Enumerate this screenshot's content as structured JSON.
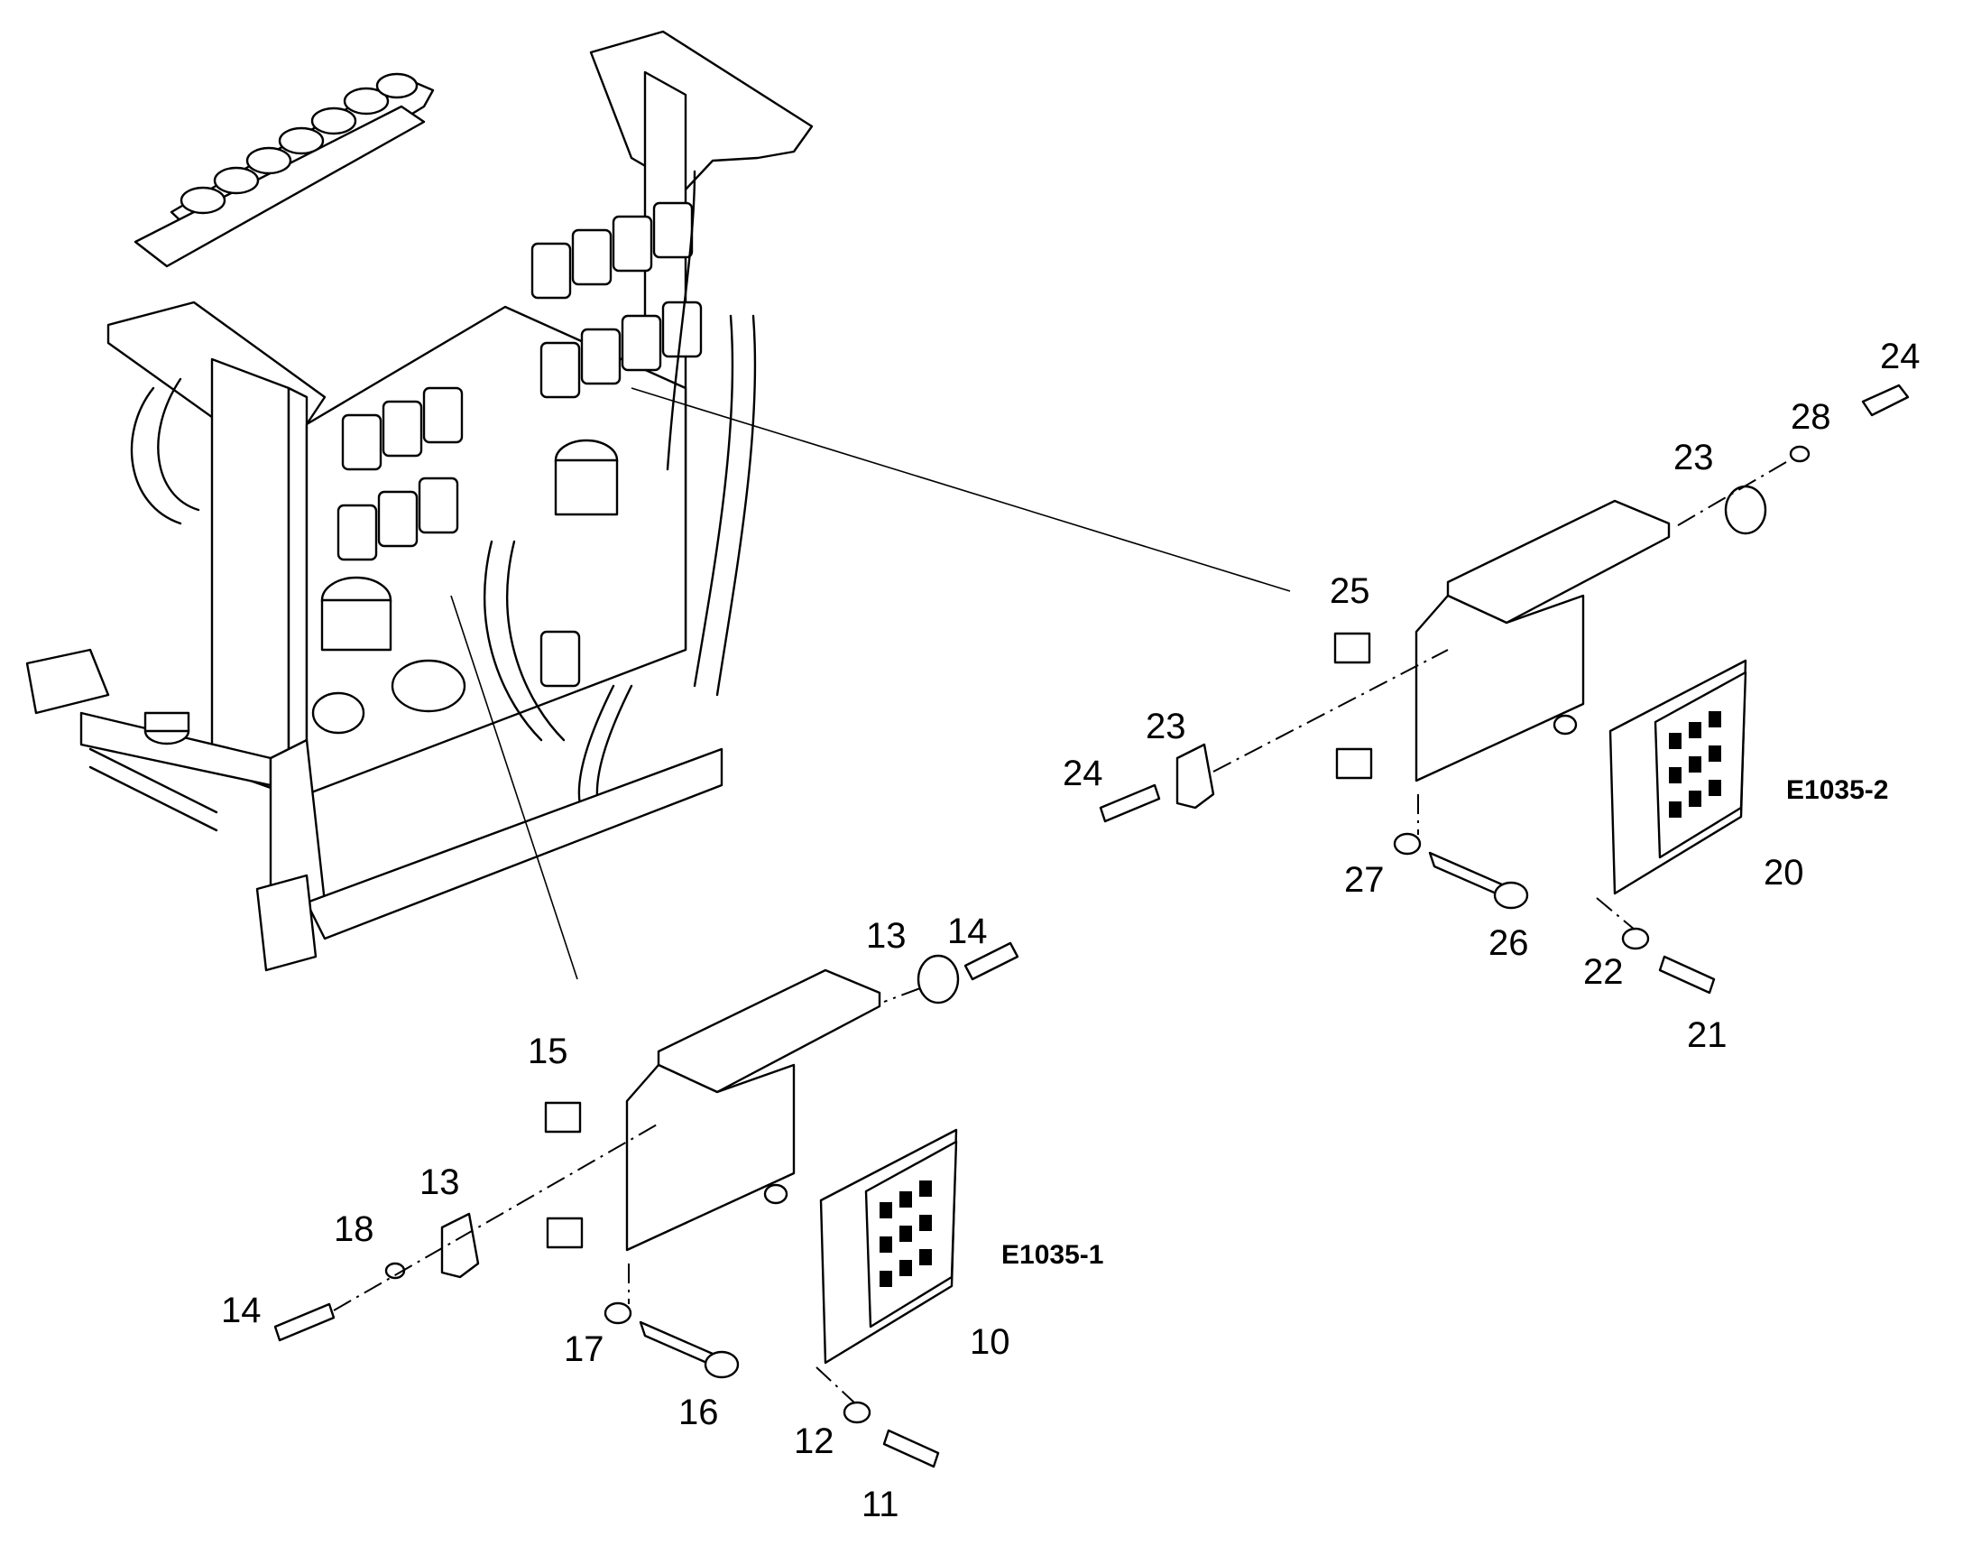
{
  "callouts": {
    "n24_top": "24",
    "n28": "28",
    "n23_top": "23",
    "n25": "25",
    "n23_mid": "23",
    "n24_mid": "24",
    "n27": "27",
    "n26": "26",
    "n20": "20",
    "n22": "22",
    "n21": "21",
    "n14_top": "14",
    "n13_top": "13",
    "n15": "15",
    "n13_low": "13",
    "n18": "18",
    "n14_low": "14",
    "n17": "17",
    "n16": "16",
    "n10": "10",
    "n12": "12",
    "n11": "11"
  },
  "references": {
    "upper": "E1035-2",
    "lower": "E1035-1"
  }
}
